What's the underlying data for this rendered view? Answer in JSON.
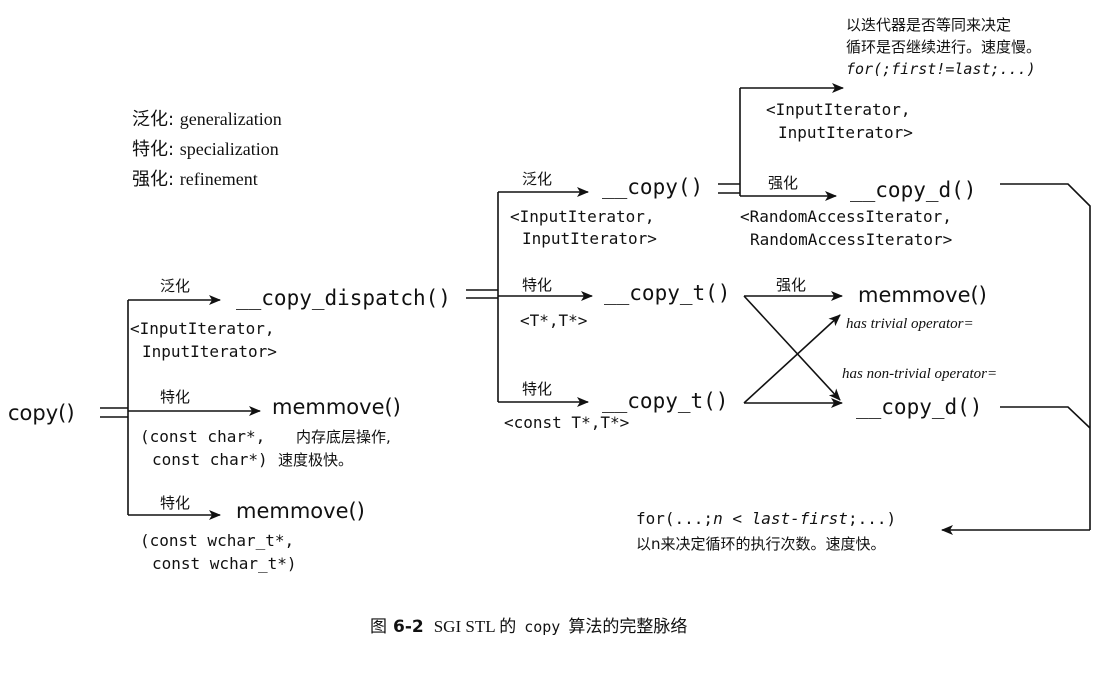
{
  "legend": [
    {
      "term": "泛化",
      "sep": ": ",
      "english": "generalization"
    },
    {
      "term": "特化",
      "sep": ": ",
      "english": "specialization"
    },
    {
      "term": "强化",
      "sep": ": ",
      "english": "refinement"
    }
  ],
  "nodes": {
    "copy": "copy()",
    "copy_dispatch": "__copy_dispatch()",
    "memmove_char": "memmove()",
    "memmove_wchar": "memmove()",
    "copy_iter": "__copy()",
    "copy_d_top": "__copy_d()",
    "copy_t_ptr": "__copy_t()",
    "copy_t_const": "__copy_t()",
    "memmove_right": "memmove()",
    "copy_d_bottom": "__copy_d()"
  },
  "edge_labels": {
    "generalize_dispatch": "泛化",
    "specialize_char": "特化",
    "specialize_wchar": "特化",
    "generalize_copy": "泛化",
    "specialize_ptr": "特化",
    "specialize_const": "特化",
    "refine_copy_d": "强化",
    "refine_memmove": "强化"
  },
  "params": {
    "dispatch_1": "<InputIterator,",
    "dispatch_2": "InputIterator>",
    "char_1": "(const char*,",
    "char_2": "const char*)",
    "wchar_1": "(const wchar_t*,",
    "wchar_2": "const wchar_t*)",
    "copy_iter_1": "<InputIterator,",
    "copy_iter_2": "InputIterator>",
    "ptr": "<T*,T*>",
    "const_ptr": "<const T*,T*>",
    "input_1": "<InputIterator,",
    "input_2": "InputIterator>",
    "random_1": "<RandomAccessIterator,",
    "random_2": "RandomAccessIterator>"
  },
  "notes": {
    "char_1": "内存底层操作,",
    "char_2": "速度极快。",
    "iter_1": "以迭代器是否等同来决定",
    "iter_2": "循环是否继续进行。速度慢。",
    "iter_code": "for(;first!=last;...)",
    "trivial": "has trivial operator=",
    "nontrivial": "has non-trivial operator=",
    "n_code_pre": "for(...;",
    "n_code_n": "n",
    "n_code_mid": " < ",
    "n_code_range": "last-first",
    "n_code_post": ";...)",
    "n_2": "以n来决定循环的执行次数。速度快。"
  },
  "caption": {
    "prefix": "图",
    "number": "6-2",
    "text": "SGI STL 的",
    "code": "copy",
    "suffix": "算法的完整脉络"
  }
}
